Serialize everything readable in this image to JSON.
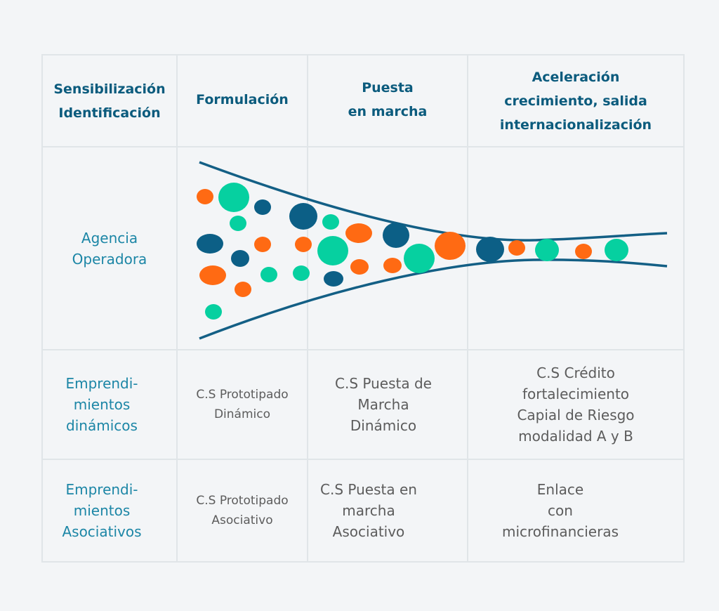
{
  "header": {
    "col1": "Sensibilización\nIdentificación",
    "col2": "Formulación",
    "col3": "Puesta\nen marcha",
    "col4": "Aceleración\ncrecimiento, salida\ninternacionalización"
  },
  "rows": {
    "agencia": {
      "label": "Agencia\nOperadora"
    },
    "dinamicos": {
      "label": "Emprendi-\nmientos\ndinámicos",
      "col2": "C.S Prototipado\nDinámico",
      "col3": "C.S Puesta de\nMarcha\nDinámico",
      "col4": "C.S Crédito\nfortalecimiento\nCapial de Riesgo\nmodalidad A y B"
    },
    "asociativos": {
      "label": "Emprendi-\nmientos\nAsociativos",
      "col2": "C.S Prototipado\nAsociativo",
      "col3": "C.S Puesta en\nmarcha\nAsociativo",
      "col4": "Enlace\ncon\nmicrofinancieras"
    }
  },
  "colors": {
    "navy": "#0c5f86",
    "orange": "#ff6a13",
    "mint": "#06d0a0",
    "funnel_line": "#135f85",
    "header_text": "#0b5b7d",
    "row_label_text": "#1c86a6"
  }
}
